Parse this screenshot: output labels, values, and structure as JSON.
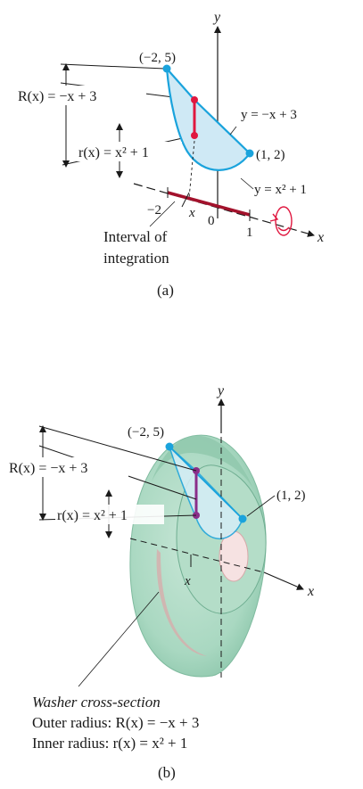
{
  "panel_a": {
    "y_axis": "y",
    "x_axis": "x",
    "point_top": "(−2, 5)",
    "point_right": "(1, 2)",
    "outer_radius": "R(x) = −x + 3",
    "inner_radius": "r(x) = x² + 1",
    "line_label": "y = −x + 3",
    "curve_label": "y = x² + 1",
    "tick_neg2": "−2",
    "tick_x": "x",
    "tick_0": "0",
    "tick_1": "1",
    "interval_line1": "Interval of",
    "interval_line2": "integration",
    "caption": "(a)"
  },
  "panel_b": {
    "y_axis": "y",
    "x_axis": "x",
    "point_top": "(−2, 5)",
    "point_right": "(1, 2)",
    "outer_radius": "R(x) = −x + 3",
    "inner_radius": "r(x) = x² + 1",
    "tick_x": "x",
    "washer_title": "Washer cross-section",
    "outer_text": "Outer radius: R(x) = −x + 3",
    "inner_text": "Inner radius: r(x) = x² + 1",
    "caption": "(b)"
  },
  "colors": {
    "region_fill": "#cfe9f5",
    "curve": "#1aa3dc",
    "chord": "#e0173f",
    "interval": "#a3122c",
    "rotation_arrow": "#e0173f",
    "solid_fill": "#9fd2b9",
    "inner_chord": "#8a2e8a"
  }
}
